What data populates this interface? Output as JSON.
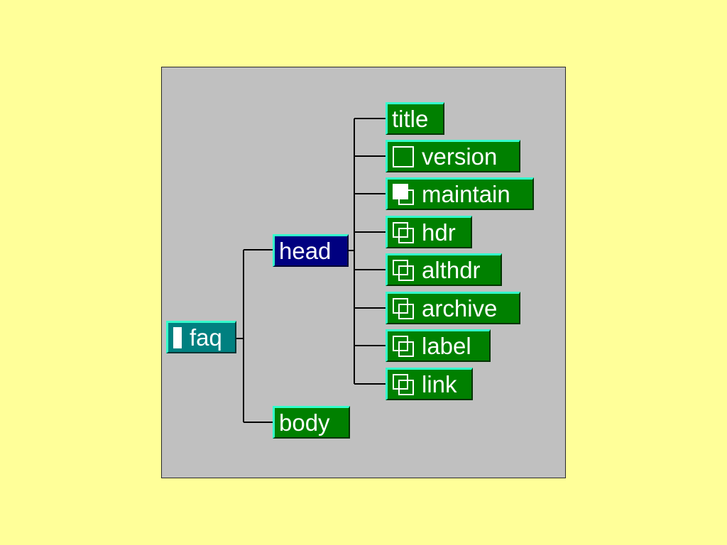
{
  "tree": {
    "root": {
      "label": "faq",
      "icon": "open-bar-icon",
      "color": "#008080"
    },
    "head": {
      "label": "head",
      "color": "#000080"
    },
    "body": {
      "label": "body",
      "color": "#008000"
    },
    "head_children": [
      {
        "label": "title",
        "icon": "none"
      },
      {
        "label": "version",
        "icon": "empty-square-icon"
      },
      {
        "label": "maintain",
        "icon": "partial-stack-icon"
      },
      {
        "label": "hdr",
        "icon": "stacked-squares-icon"
      },
      {
        "label": "althdr",
        "icon": "stacked-squares-icon"
      },
      {
        "label": "archive",
        "icon": "stacked-squares-icon"
      },
      {
        "label": "label",
        "icon": "stacked-squares-icon"
      },
      {
        "label": "link",
        "icon": "stacked-squares-icon"
      }
    ],
    "colors": {
      "background": "#ffff99",
      "panel": "#c0c0c0",
      "node_green": "#008000",
      "highlight": "#33ffcc"
    }
  }
}
